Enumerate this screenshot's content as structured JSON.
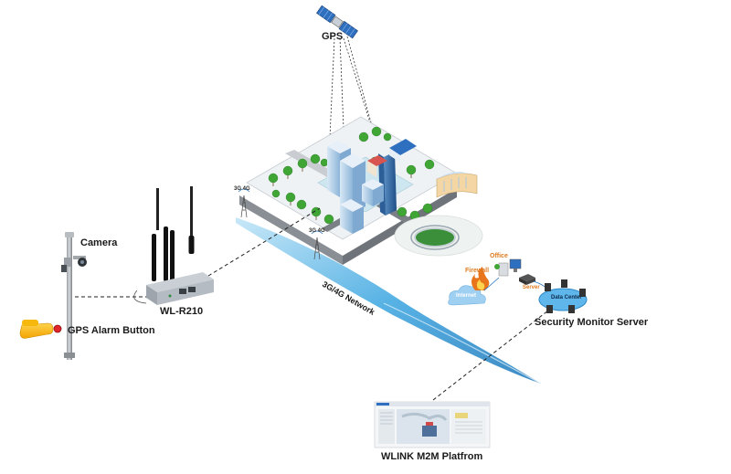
{
  "labels": {
    "gps": "GPS",
    "camera": "Camera",
    "gps_alarm_button": "GPS Alarm Button",
    "router": "WL-R210",
    "network": "3G/4G Network",
    "tower_left": "3G 4G",
    "tower_mid": "3G 4G",
    "firewall": "Firewall",
    "office": "Office",
    "internet": "Internet",
    "server": "Server",
    "data_center": "Data Center",
    "security_monitor_server": "Security Monitor Server",
    "platform": "WLINK M2M Platfrom"
  },
  "colors": {
    "network_band": "#4aaee3",
    "ground": "#e9eef2",
    "road": "#7d8288",
    "tree": "#3fa535",
    "building": "#b9d3ea",
    "firewall": "#e8741c"
  }
}
